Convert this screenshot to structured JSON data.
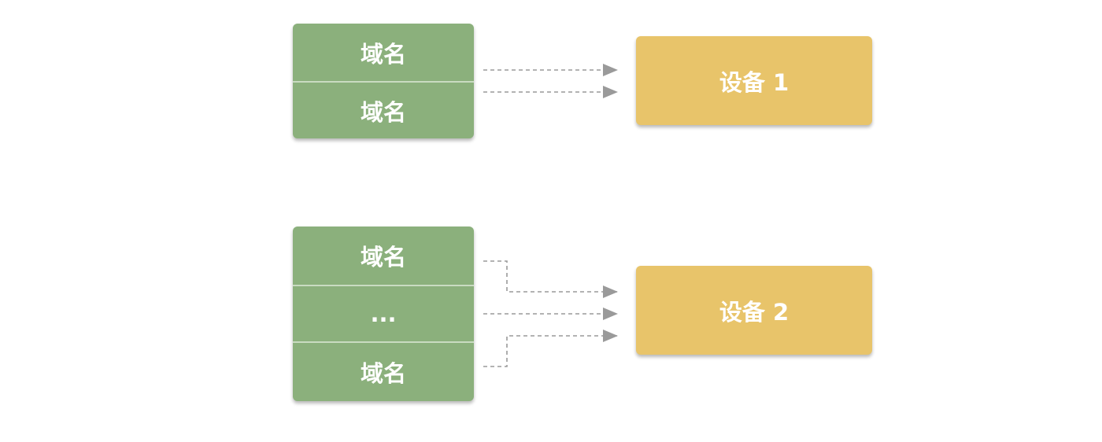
{
  "group_a": {
    "domains": [
      "域名",
      "域名"
    ]
  },
  "group_b": {
    "domains": [
      "域名",
      "...",
      "域名"
    ]
  },
  "devices": [
    "设备 1",
    "设备 2"
  ],
  "colors": {
    "domain_box": "#8bb07c",
    "device_box": "#e8c46a",
    "connector": "#9a9a9a"
  }
}
